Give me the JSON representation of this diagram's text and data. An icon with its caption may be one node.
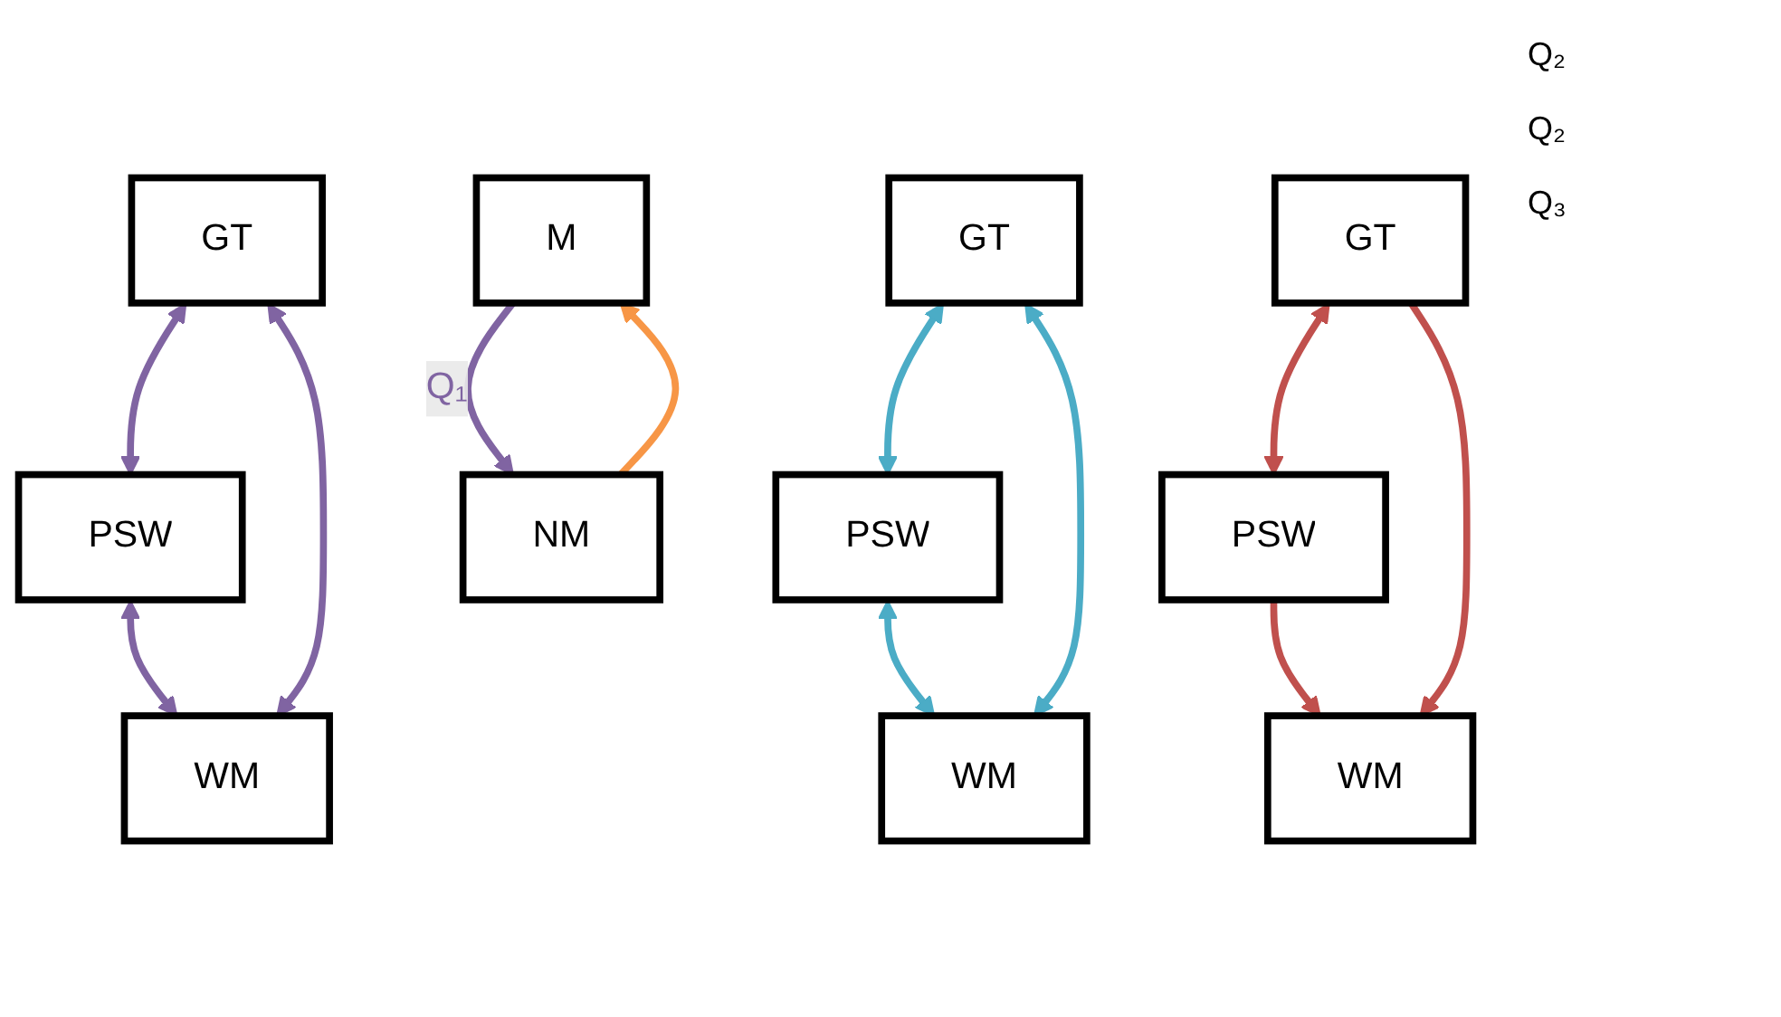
{
  "diagram": {
    "nodes": [
      {
        "text": [
          "GT"
        ]
      },
      {
        "text": [
          "PSW"
        ]
      },
      {
        "text": [
          "WM"
        ]
      },
      {
        "text": [
          "M"
        ]
      },
      {
        "text": [
          "NM"
        ]
      },
      {
        "text": [
          "GT"
        ]
      },
      {
        "text": [
          "PSW"
        ]
      },
      {
        "text": [
          "WM"
        ]
      },
      {
        "text": [
          "WM"
        ]
      },
      {
        "text": [
          "GT"
        ]
      },
      {
        "text": [
          "PSW"
        ]
      }
    ],
    "edges": [
      {
        "from": 0,
        "to": 1,
        "arrow": "both",
        "color": "#8064a2"
      },
      {
        "from": 0,
        "to": 2,
        "arrow": "both",
        "color": "#8064a2"
      },
      {
        "from": 1,
        "to": 2,
        "arrow": "both",
        "color": "#8064a2"
      },
      {
        "from": 3,
        "to": 4,
        "arrow": "to",
        "label": "Q₁",
        "color": "#8064a2"
      },
      {
        "from": 4,
        "to": 3,
        "arrow": "to",
        "color": "#f79646"
      },
      {
        "from": 5,
        "to": 6,
        "arrow": "both",
        "color": "#4bacc6"
      },
      {
        "from": 5,
        "to": 7,
        "arrow": "both",
        "color": "#4bacc6"
      },
      {
        "from": 6,
        "to": 7,
        "arrow": "both",
        "color": "#4bacc6"
      },
      {
        "from": 9,
        "to": 10,
        "arrow": "both",
        "color": "#c0504d"
      },
      {
        "from": 9,
        "to": 8,
        "arrow": "to",
        "color": "#c0504d"
      },
      {
        "from": 10,
        "to": 8,
        "arrow": "to",
        "color": "#c0504d"
      }
    ],
    "labels": [
      "Q₂",
      "Q₂",
      "Q₃"
    ]
  }
}
